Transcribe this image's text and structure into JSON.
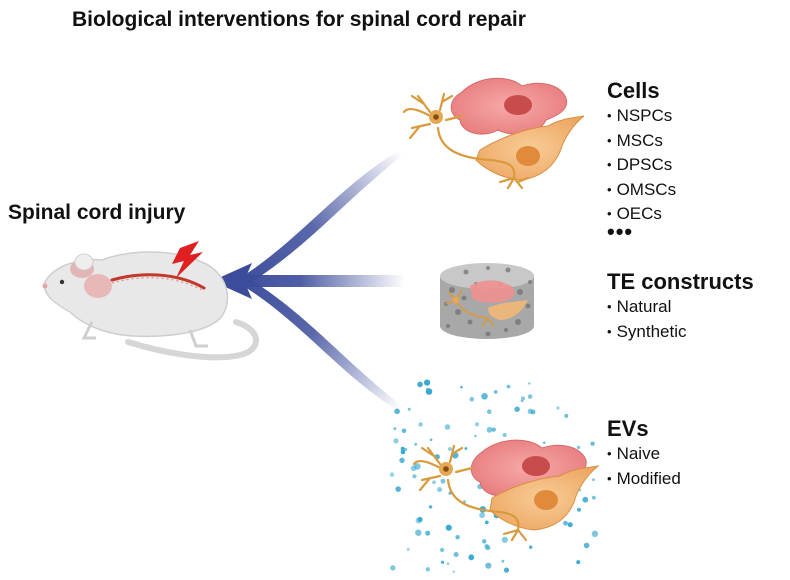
{
  "title": "Biological interventions for spinal cord repair",
  "injury_label": "Spinal cord injury",
  "groups": [
    {
      "title": "Cells",
      "items": [
        "NSPCs",
        "MSCs",
        "DPSCs",
        "OMSCs",
        "OECs"
      ],
      "more": "•••"
    },
    {
      "title": "TE constructs",
      "items": [
        "Natural",
        "Synthetic"
      ]
    },
    {
      "title": "EVs",
      "items": [
        "Naive",
        "Modified"
      ]
    }
  ],
  "colors": {
    "arrow": "#3b4c9b",
    "neuron": "#d99a3d",
    "fibroblast": "#ee8e8e",
    "astrocyte": "#f2b775",
    "vesicle": "#3aa9cf",
    "scaffold": "#9a9a9a",
    "rat_body": "#e8e8e8",
    "lightning": "#e02020"
  },
  "icons": [
    "rat-icon",
    "lightning-icon",
    "neuron-icon",
    "fibroblast-icon",
    "astrocyte-icon",
    "scaffold-icon",
    "vesicle-icon"
  ]
}
